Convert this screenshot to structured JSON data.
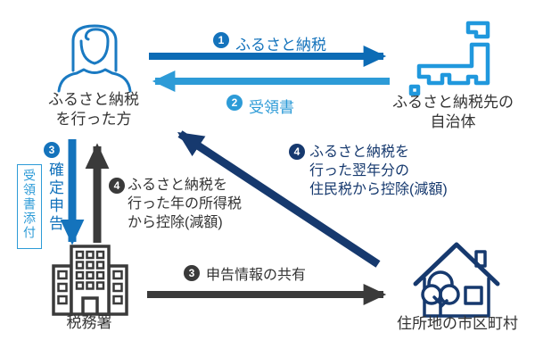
{
  "colors": {
    "blue": "#1473bc",
    "arrow_blue": "#0c6bb5",
    "light_blue": "#2d9bd7",
    "navy": "#16396e",
    "dark_gray": "#3a3a3a",
    "map_blue": "#2098dd",
    "person_blue": "#1a7ac2"
  },
  "nodes": {
    "donor": {
      "line1": "ふるさと納税",
      "line2": "を行った方"
    },
    "recipient_municipality": {
      "line1": "ふるさと納税先の",
      "line2": "自治体"
    },
    "tax_office": {
      "label": "税務署"
    },
    "home_municipality": {
      "label": "住所地の市区町村"
    }
  },
  "flows": {
    "donation": {
      "num": "1",
      "label": "ふるさと納税"
    },
    "receipt": {
      "num": "2",
      "label": "受領書"
    },
    "final_return": {
      "num": "3",
      "label": "確定申告",
      "note": "受領書添付"
    },
    "income_tax_deduction": {
      "num": "4",
      "line1": "ふるさと納税を",
      "line2": "行った年の所得税",
      "line3": "から控除(減額)"
    },
    "info_share": {
      "num": "3",
      "label": "申告情報の共有"
    },
    "resident_tax_deduction": {
      "num": "4",
      "line1": "ふるさと納税を",
      "line2": "行った翌年分の",
      "line3": "住民税から控除(減額)"
    }
  }
}
